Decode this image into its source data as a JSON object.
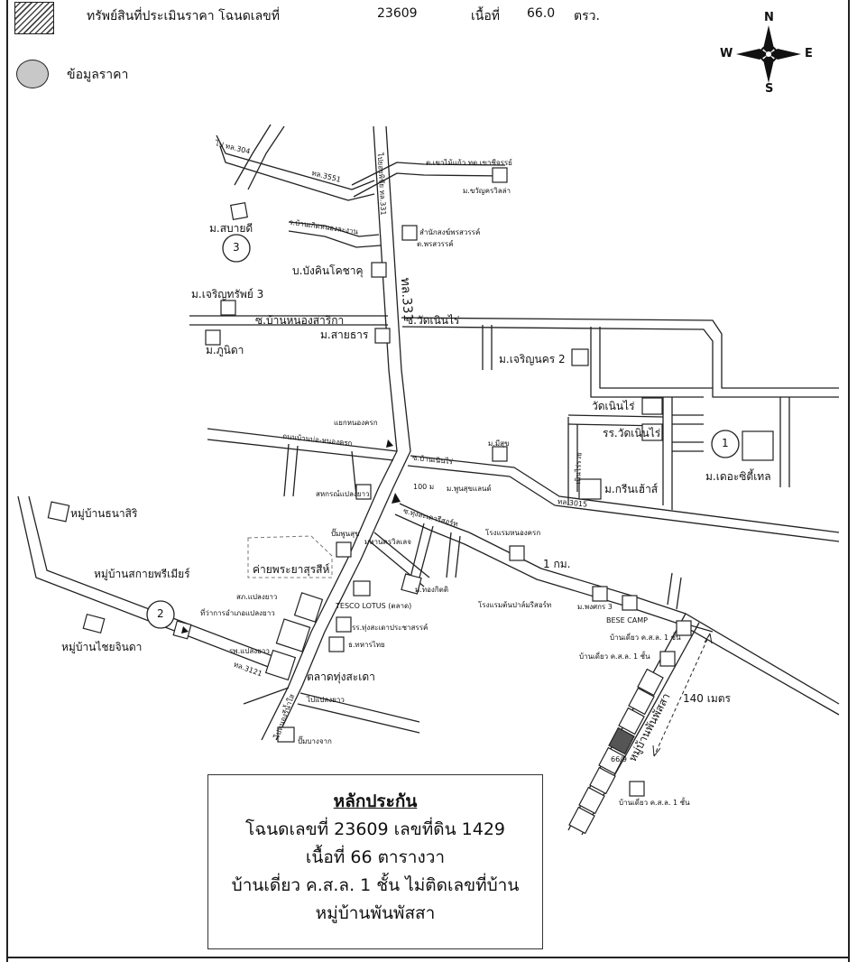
{
  "legend": {
    "property_label": "ทรัพย์สินที่ประเมินราคา โฉนดเลขที่",
    "deed_number": "23609",
    "area_label": "เนื้อที่",
    "area_value": "66.0",
    "area_unit": "ตรว.",
    "price_data_label": "ข้อมูลราคา"
  },
  "compass": {
    "n": "N",
    "s": "S",
    "e": "E",
    "w": "W"
  },
  "labels": {
    "road_304": "ไป ทล.304",
    "road_3551": "ทล.3551",
    "road_331_left": "ไปยอยพิชัย ทล.331",
    "khao_mai_kaew": "ต.เขาไม้แก้ว ทต.เขาชีจรรย์",
    "m_khwanchai": "ม.ขวัญครวิลล่า",
    "m_sabaidee": "ม.สบายดี",
    "ban_mai_sam": "ร.บ้านเกิดหนองละงาน",
    "samnak_song": "สำนักสงฆ์พรสวรรค์",
    "t_phonsawan": "ต.พรสวรรค์",
    "b_bangkin": "บ.บังคินโคชาคุ",
    "m_charoen_sap": "ม.เจริญทรัพย์ 3",
    "hwy_331": "ทล.331",
    "soi_nongsarika": "ซ.บ้านหนองสาริกา",
    "soi_wat_noen": "ซ.วัดเนินไร่",
    "m_saithan": "ม.สายธาร",
    "m_phunida": "ม.ภูนิดา",
    "m_charoen_nakhon": "ม.เจริญนคร 2",
    "wat_noen_rai": "วัดเนินไร่",
    "school_wat_noen": "รร.วัดเนินไร่",
    "m_the_city": "ม.เดอะซิตี้เทล",
    "yaek_nong_khok": "แยกหนองครก",
    "road_nong_khok": "ถนนบ้านบ่อ-หนองครก",
    "m_mi_suk": "ม.มีสุข",
    "ban_noen_rai": "ซ.บ้านเนินไร่",
    "dist_100m": "100 ม",
    "m_phun_suk_land": "ม.พูนสุขแลนด์",
    "m_green_house": "ม.กรีนเฮ้าส์",
    "noen_rai_road": "เนินไร่รวย",
    "road_3015": "ทล.3015",
    "sahakorn": "สหกรณ์แปลงยาว",
    "ban_thana_siri": "หมู่บ้านธนาสิริ",
    "pump_phun_suk": "ปั๊มพูนสุข",
    "khai_phraya": "ค่ายพระยาสุรสีห์",
    "mahanakhon": "มหานครวิลเลจ",
    "thungsadao_resort": "ซ.ทุ่งสะเดารีสอร์ท",
    "rongraem_nong_khok": "โรงแรมหนองครก",
    "dist_1km": "1 กม.",
    "ban_sakai": "หมู่บ้านสกายพรีเมียร์",
    "m_thong_kit": "ม.ทองกิตติ",
    "tesco": "TESCO LOTUS (ตลาด)",
    "rongraem_palm": "โรงแรมต้นปาล์มรีสอร์ท",
    "m_phongsak": "ม.พงศกร 3",
    "base_camp": "BESE CAMP",
    "sor_por": "สภ.แปลงยาว",
    "amphoe": "ที่ว่าการอำเภอแปลงยาว",
    "school_thung": "รร.ทุ่งสะเดาประชาสรรค์",
    "bank_thahan": "ธ.ทหารไทย",
    "hospital": "รพ.แปลงยาว",
    "ban_chai_chinda": "หมู่บ้านไชยจินดา",
    "road_3121": "ทล.3121",
    "talat_thung": "ตลาดทุ่งสะเดา",
    "ban_diaw_1a": "บ้านเดี่ยว ค.ส.ล. 1 ชั้น",
    "ban_diaw_1b": "บ้านเดี่ยว ค.ส.ล. 1 ชั้น",
    "dist_140m": "140 เมตร",
    "m_phan_phatsa": "หมู่บ้านพันพัสสา",
    "house_no": "66/9",
    "ban_diaw_2": "บ้านเดี่ยว ค.ส.ล. 1 ชั้น",
    "road_khok": "ไปหนองรีน้ำใส",
    "pump_bang": "ปั๊มบางจาก",
    "to_plaeng": "ไปแปลงยาว",
    "num_1": "1",
    "num_2": "2",
    "num_3": "3"
  },
  "info_box": {
    "title": "หลักประกัน",
    "line1": "โฉนดเลขที่ 23609  เลขที่ดิน 1429",
    "line2": "เนื้อที่ 66 ตารางวา",
    "line3": "บ้านเดี่ยว ค.ส.ล. 1 ชั้น  ไม่ติดเลขที่บ้าน",
    "line4": "หมู่บ้านพันพัสสา"
  },
  "colors": {
    "ink": "#222222",
    "marker_fill": "#c8c8c8",
    "hatch": "#444444"
  }
}
